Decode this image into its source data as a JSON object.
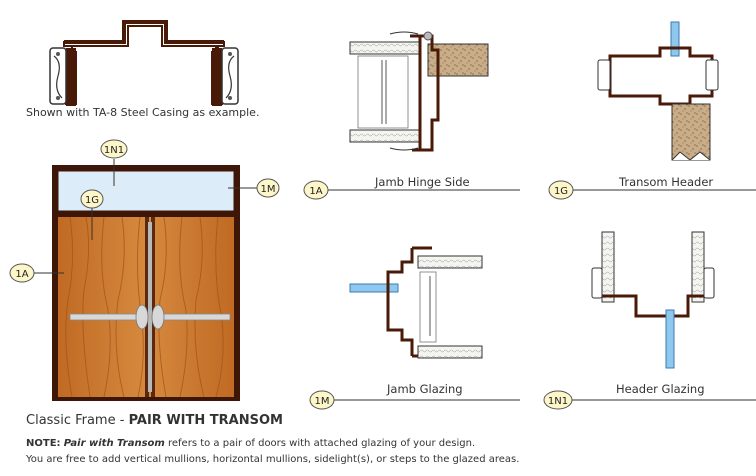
{
  "casing_caption": "Shown with TA-8 Steel Casing as example.",
  "elevation": {
    "tags": {
      "transom_bar": "1N1",
      "transom_glass": "1G",
      "transom_jamb": "1M",
      "jamb": "1A"
    }
  },
  "details": [
    {
      "tag": "1A",
      "label": "Jamb Hinge Side"
    },
    {
      "tag": "1G",
      "label": "Transom Header"
    },
    {
      "tag": "1M",
      "label": "Jamb Glazing"
    },
    {
      "tag": "1N1",
      "label": "Header Glazing"
    }
  ],
  "title": {
    "prefix": "Classic Frame - ",
    "emphasis": "PAIR WITH TRANSOM"
  },
  "note": {
    "label": "NOTE:",
    "term": "Pair with Transom",
    "line1_rest": " refers to a pair of doors with attached glazing of your design.",
    "line2": "You are free to add vertical mullions, horizontal mullions, sidelight(s), or steps to the glazed areas."
  },
  "colors": {
    "frame": "#4a1a08",
    "wood": "#c9762e",
    "glass": "#dcecf8",
    "glass_blue": "#8ec8ee",
    "tag_fill": "#fdf6c9"
  }
}
